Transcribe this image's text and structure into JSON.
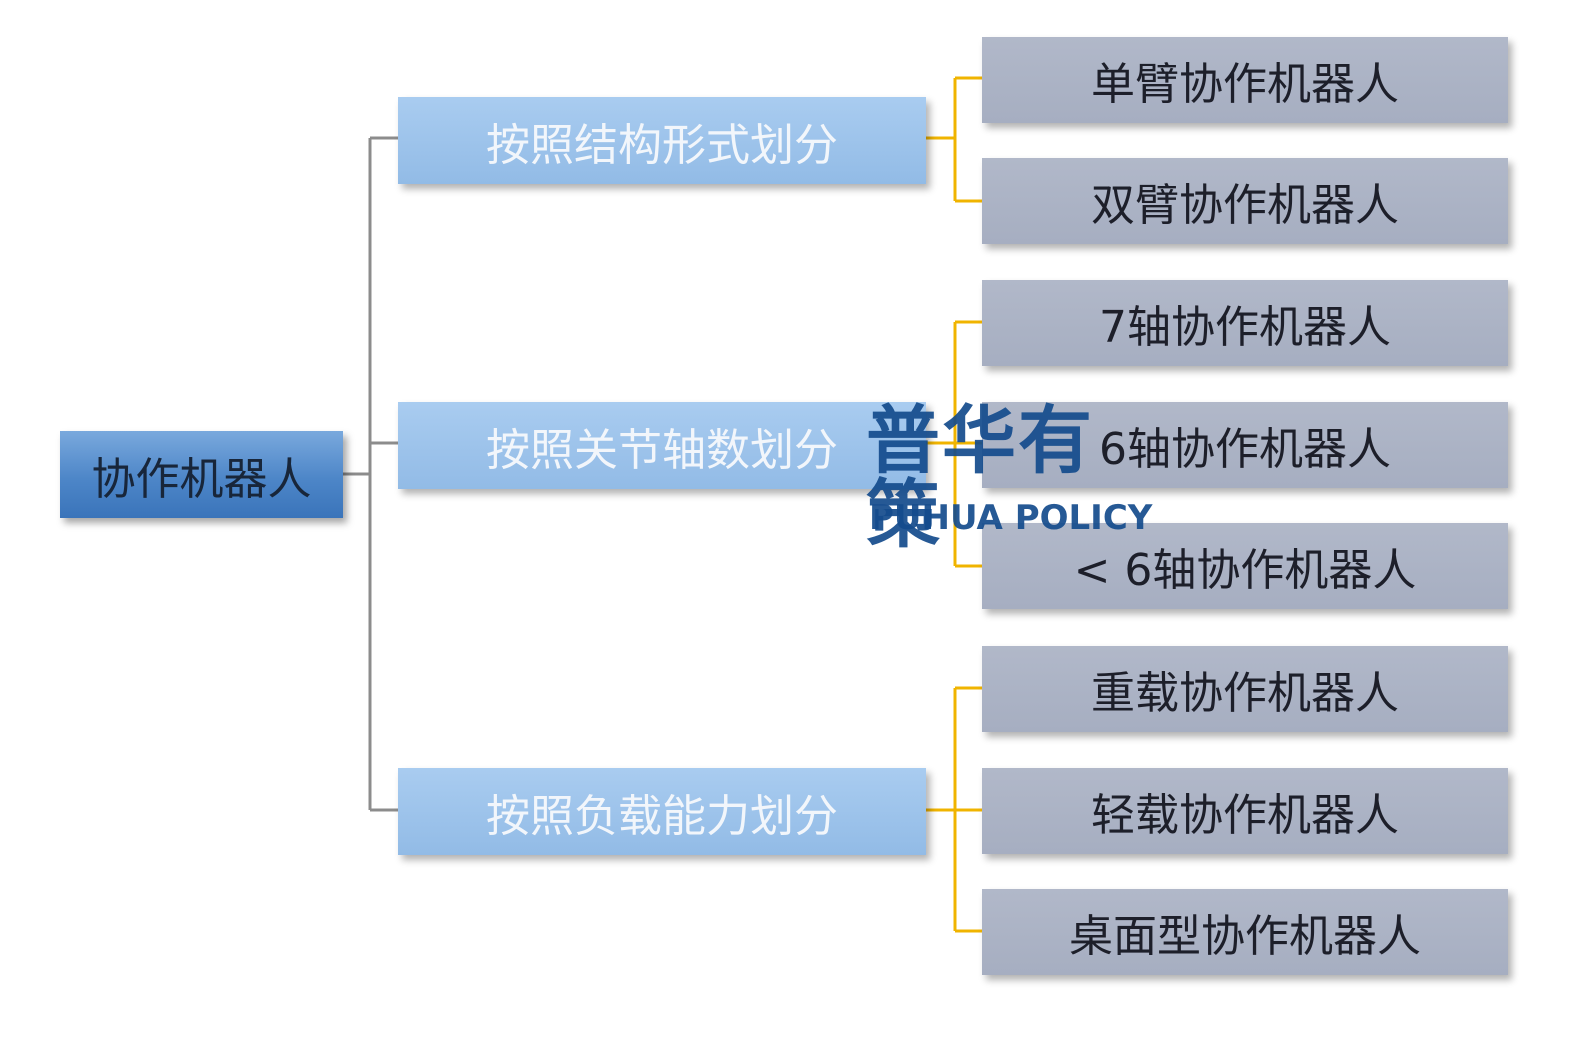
{
  "root": {
    "label": "协作机器人"
  },
  "categories": [
    {
      "label": "按照结构形式划分",
      "children": [
        "单臂协作机器人",
        "双臂协作机器人"
      ]
    },
    {
      "label": "按照关节轴数划分",
      "children": [
        "7轴协作机器人",
        "6轴协作机器人",
        "< 6轴协作机器人"
      ]
    },
    {
      "label": "按照负载能力划分",
      "children": [
        "重载协作机器人",
        "轻载协作机器人",
        "桌面型协作机器人"
      ]
    }
  ],
  "watermark": {
    "cn": "普华有策",
    "en": "PUHUA POLICY"
  },
  "colors": {
    "root_connector": "#8c8c8c",
    "leaf_connector": "#f0b400",
    "root_fill": "#4d86c8",
    "category_fill": "#a3c7ee",
    "leaf_fill": "#aab2c4",
    "watermark": "#144b8c"
  }
}
